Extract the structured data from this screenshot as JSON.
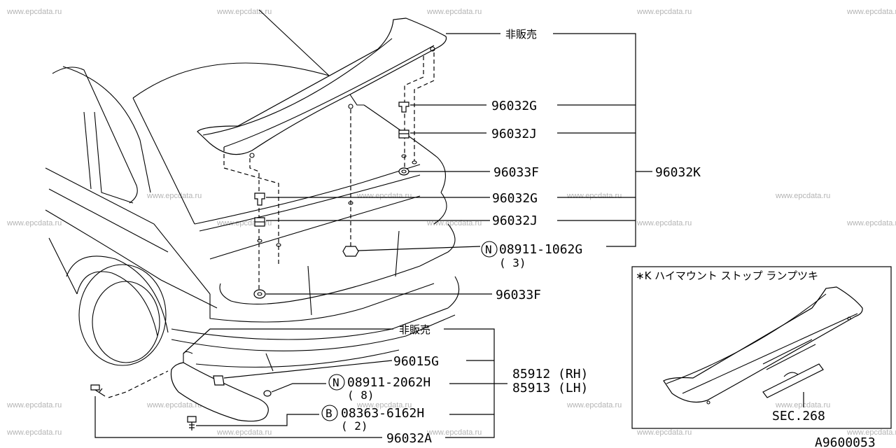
{
  "watermark": "www.epcdata.ru",
  "diagram_code": "A9600053",
  "labels": {
    "hiihanbai_top": "非販売",
    "p96032G_a": "96032G",
    "p96032J_a": "96032J",
    "p96033F_a": "96033F",
    "p96032K": "96032K",
    "p96032G_b": "96032G",
    "p96032J_b": "96032J",
    "p08911_1062G": "08911-1062G",
    "p08911_1062G_qty": "( 3)",
    "p96033F_b": "96033F",
    "hiihanbai_bottom": "非販売",
    "p96015G": "96015G",
    "p08911_2062H": "08911-2062H",
    "p08911_2062H_qty": "( 8)",
    "p08363_6162H": "08363-6162H",
    "p08363_6162H_qty": "( 2)",
    "p96032A": "96032A",
    "p85912": "85912 (RH)",
    "p85913": "85913 (LH)"
  },
  "symbols": {
    "nut": "N",
    "bolt": "B"
  },
  "inset": {
    "title": "∗K ハイマウント ストップ ランプツキ",
    "section_ref": "SEC.268"
  }
}
